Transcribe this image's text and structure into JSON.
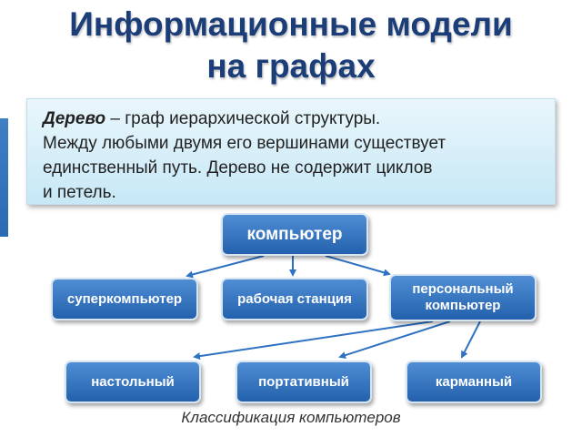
{
  "title": {
    "line1": "Информационные модели",
    "line2": "на графах"
  },
  "definition": {
    "term": "Дерево",
    "line1_rest": " – граф иерархической структуры.",
    "line2": "Между любыми двумя его вершинами существует",
    "line3": "единственный путь. Дерево не содержит циклов",
    "line4": "и петель."
  },
  "tree": {
    "root": "компьютер",
    "level1": {
      "super": "суперкомпьютер",
      "workstation": "рабочая станция",
      "personal_line1": "персональный",
      "personal_line2": "компьютер"
    },
    "level2": {
      "desktop": "настольный",
      "portable": "портативный",
      "pocket": "карманный"
    }
  },
  "caption": "Классификация компьютеров",
  "colors": {
    "node": "#2f70bf",
    "arrow": "#2f72c2",
    "title": "#1b3d78"
  }
}
